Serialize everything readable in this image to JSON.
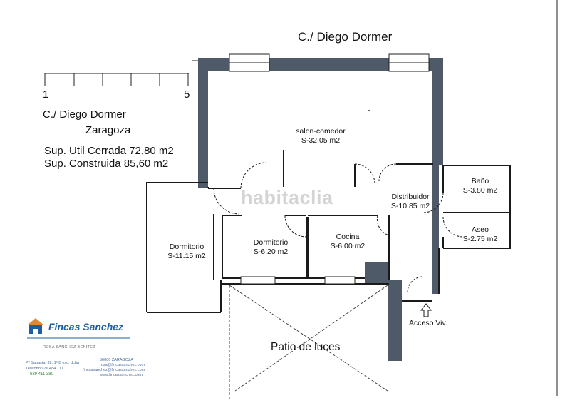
{
  "street_top": "C./ Diego Dormer",
  "scale": {
    "min_label": "1",
    "max_label": "5"
  },
  "info": {
    "street": "C./ Diego Dormer",
    "city": "Zaragoza",
    "sup_util": "Sup. Util Cerrada 72,80 m2",
    "sup_construida": "Sup. Construida  85,60 m2"
  },
  "rooms": {
    "salon": {
      "name": "salon-comedor",
      "area": "S-32.05 m2"
    },
    "distribuidor": {
      "name": "Distribuidor",
      "area": "S-10.85 m2"
    },
    "bano": {
      "name": "Baño",
      "area": "S-3.80 m2"
    },
    "aseo": {
      "name": "Aseo",
      "area": "S-2.75 m2"
    },
    "dormitorio_big": {
      "name": "Dormitorio",
      "area": "S-11.15 m2"
    },
    "dormitorio_small": {
      "name": "Dormitorio",
      "area": "S-6.20 m2"
    },
    "cocina": {
      "name": "Cocina",
      "area": "S-6.00 m2"
    }
  },
  "patio": "Patio de luces",
  "acceso": "Acceso Viv.",
  "watermark": "habitaclia",
  "agency": {
    "name": "Fincas Sanchez",
    "owner": "ROSA SÁNCHEZ BENÍTEZ",
    "address": "Pº Sagasta, 32, 1º B esc. dcha",
    "phone_office": "Teléfono 976 484 777",
    "mobile": "639 411 380",
    "city": "50006 ZARAGOZA",
    "email1": "rosa@fincassanchez.com",
    "email2": "fincassanchez@fincassanchez.com",
    "web": "www.fincassanchez.com"
  },
  "colors": {
    "wall": "#4e5a68",
    "line": "#1a1a1a",
    "brand_blue": "#1f5fa0",
    "brand_orange": "#e08a2c"
  }
}
